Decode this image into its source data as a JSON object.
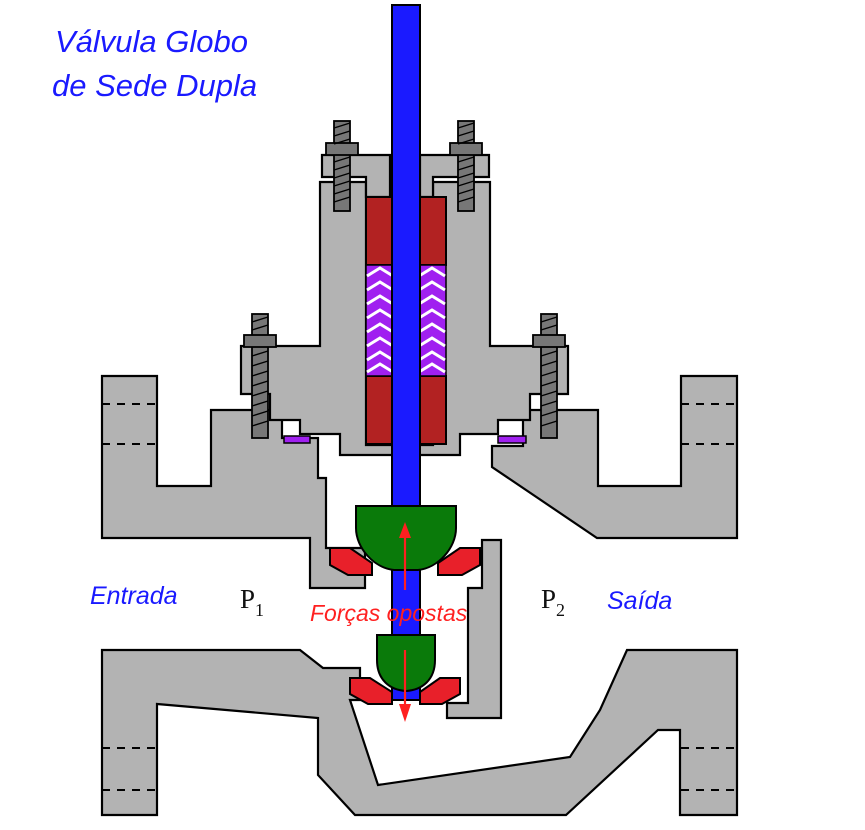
{
  "title": {
    "line1": "Válvula Globo",
    "line2": "de Sede Dupla"
  },
  "labels": {
    "inlet": "Entrada",
    "outlet": "Saída",
    "forces": "Forças opostas",
    "p1_letter": "P",
    "p1_sub": "1",
    "p2_letter": "P",
    "p2_sub": "2"
  },
  "colors": {
    "body": "#b3b3b3",
    "stem": "#1a1aff",
    "packing": "#b22222",
    "packing_spring": "#a020f0",
    "plug": "#0a7a0a",
    "seat": "#e8202a",
    "gasket": "#a020f0",
    "force_arrow": "#ff2020",
    "title_text": "#1a1aff"
  }
}
